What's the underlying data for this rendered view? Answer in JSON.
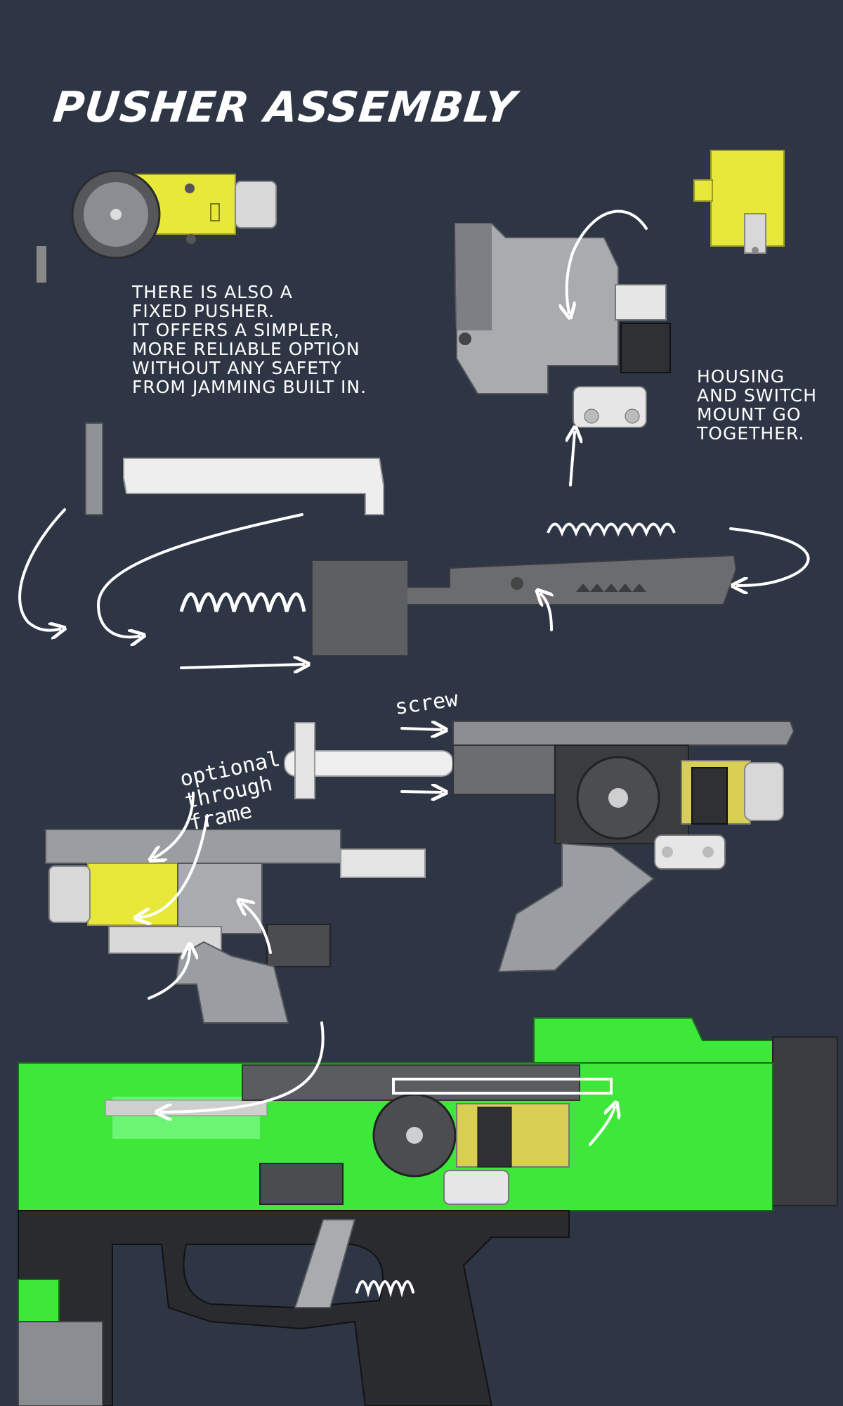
{
  "title": "PUSHER ASSEMBLY",
  "notes": {
    "fixed_pusher": [
      "THERE IS ALSO A",
      "FIXED PUSHER.",
      "IT OFFERS A SIMPLER,",
      "MORE RELIABLE OPTION",
      "WITHOUT ANY SAFETY",
      "FROM JAMMING BUILT IN."
    ],
    "housing": [
      "HOUSING",
      "AND SWITCH",
      "MOUNT GO",
      "TOGETHER."
    ]
  },
  "handwritten": {
    "screw": "screw",
    "optional_through_frame": [
      "optional",
      "through",
      "frame"
    ]
  },
  "colors": {
    "background": "#2e3645",
    "motor_yellow": "#e8e83a",
    "frame_green": "#3de83a",
    "part_grey": "#8a8d92",
    "dark_grey": "#3a3c40",
    "annotation_white": "#ffffff"
  }
}
